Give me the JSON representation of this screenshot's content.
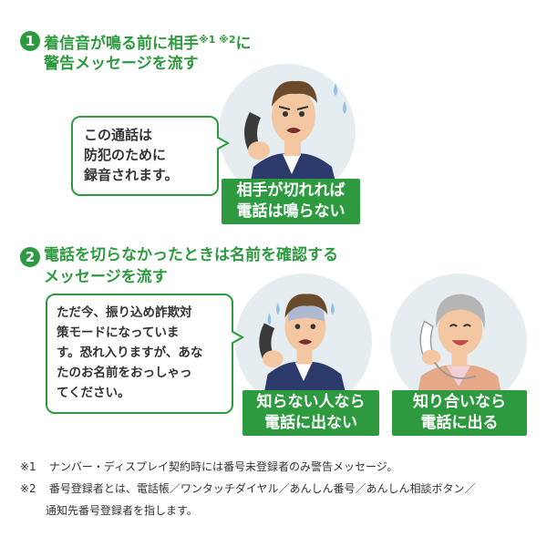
{
  "colors": {
    "accent": "#2e9a3f",
    "circle_bg": "#e6edf1",
    "suit": "#2c3b6c",
    "skin": "#f2c7a1"
  },
  "step1": {
    "number": "1",
    "heading_line1": "着信音が鳴る前に相手",
    "heading_sup": "※1 ※2",
    "heading_line1_end": "に",
    "heading_line2": "警告メッセージを流す",
    "bubble_lines": [
      "この通話は",
      "防犯のために",
      "録音されます。"
    ],
    "label_lines": [
      "相手が切れれば",
      "電話は鳴らない"
    ],
    "illustration_icon": "worried-man-on-phone-icon"
  },
  "step2": {
    "number": "2",
    "heading_line1": "電話を切らなかったときは名前を確認する",
    "heading_line2": "メッセージを流す",
    "bubble_lines": [
      "ただ今、振り込め詐欺対",
      "策モードになっていま",
      "す。恐れ入りますが、あな",
      "たのお名前をおっしゃっ",
      "てください。"
    ],
    "left_label_lines": [
      "知らない人なら",
      "電話に出ない"
    ],
    "right_label_lines": [
      "知り合いなら",
      "電話に出る"
    ],
    "left_icon": "sweating-man-on-phone-icon",
    "right_icon": "smiling-elderly-woman-on-phone-icon"
  },
  "notes": [
    {
      "mark": "※1",
      "lines": [
        "ナンバー・ディスプレイ契約時には番号未登録者のみ警告メッセージ。"
      ]
    },
    {
      "mark": "※2",
      "lines": [
        "番号登録者とは、電話帳／ワンタッチダイヤル／あんしん番号／あんしん相談ボタン／",
        "通知先番号登録者を指します。"
      ]
    }
  ]
}
